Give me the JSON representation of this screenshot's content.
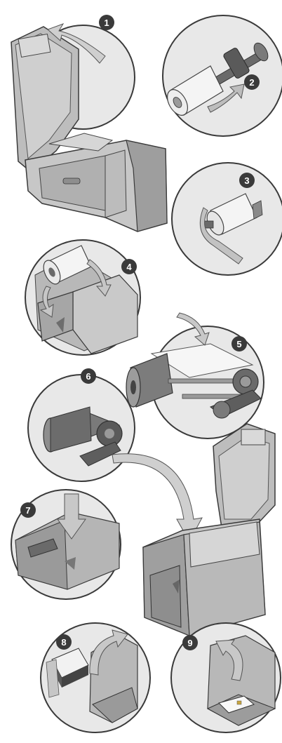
{
  "palette": {
    "ink": "#444444",
    "circle_fill": "#e4e4e4",
    "circle_stroke": "#3a3a3a",
    "body_light": "#d2d2d2",
    "body_mid": "#a9a9a9",
    "body_dark": "#7d7d7d",
    "arrow_fill": "#c9c9c9",
    "badge_fill": "#3a3a3a",
    "ribbon_white": "#f4f4f4",
    "page_bg": "#ffffff"
  },
  "steps": [
    {
      "number": "1"
    },
    {
      "number": "2"
    },
    {
      "number": "3"
    },
    {
      "number": "4"
    },
    {
      "number": "5"
    },
    {
      "number": "6"
    },
    {
      "number": "7"
    },
    {
      "number": "8"
    },
    {
      "number": "9"
    }
  ]
}
